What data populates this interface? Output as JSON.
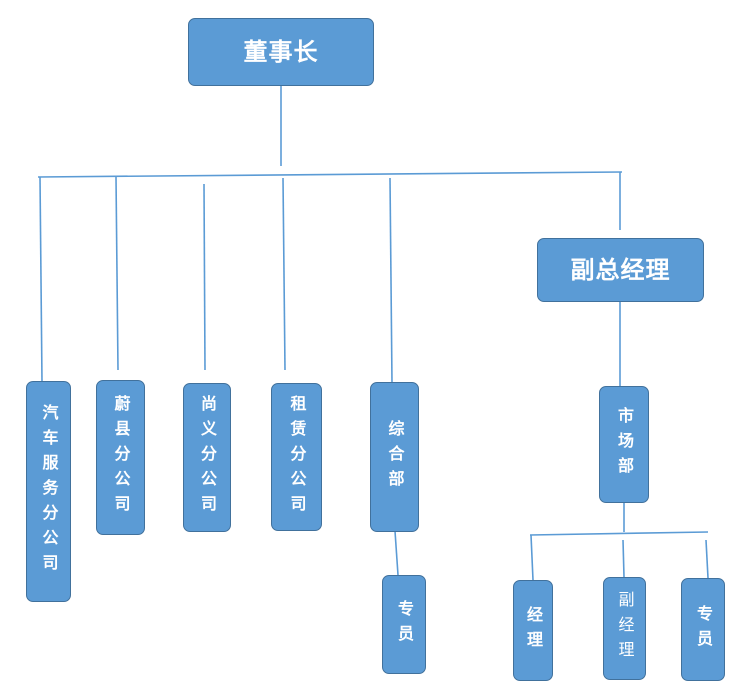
{
  "nodes": {
    "chairman": "董事长",
    "deputy_gm": "副总经理",
    "auto_service": "汽车服务分公司",
    "weixian": "蔚县分公司",
    "shangyi": "尚义分公司",
    "leasing": "租赁分公司",
    "general_dept": "综合部",
    "general_specialist": "专员",
    "market_dept": "市场部",
    "manager": "经理",
    "vice_manager": "副经理",
    "market_specialist": "专员"
  },
  "colors": {
    "node_fill": "#5b9bd5",
    "node_border": "#41719c",
    "connector": "#5b9bd5",
    "text": "#ffffff"
  }
}
